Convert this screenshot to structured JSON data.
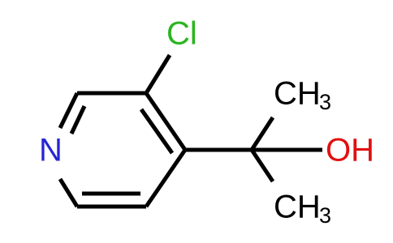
{
  "molecule": {
    "atoms": {
      "chlorine": "Cl",
      "nitrogen": "N",
      "hydroxyl": "OH",
      "methyl_top": {
        "main": "CH",
        "subscript": "3"
      },
      "methyl_bottom": {
        "main": "CH",
        "subscript": "3"
      }
    }
  },
  "colors": {
    "chlorine": "#2ab520",
    "nitrogen": "#2626d4",
    "oxygen": "#e01010",
    "carbon": "#000000",
    "bond": "#000000"
  }
}
